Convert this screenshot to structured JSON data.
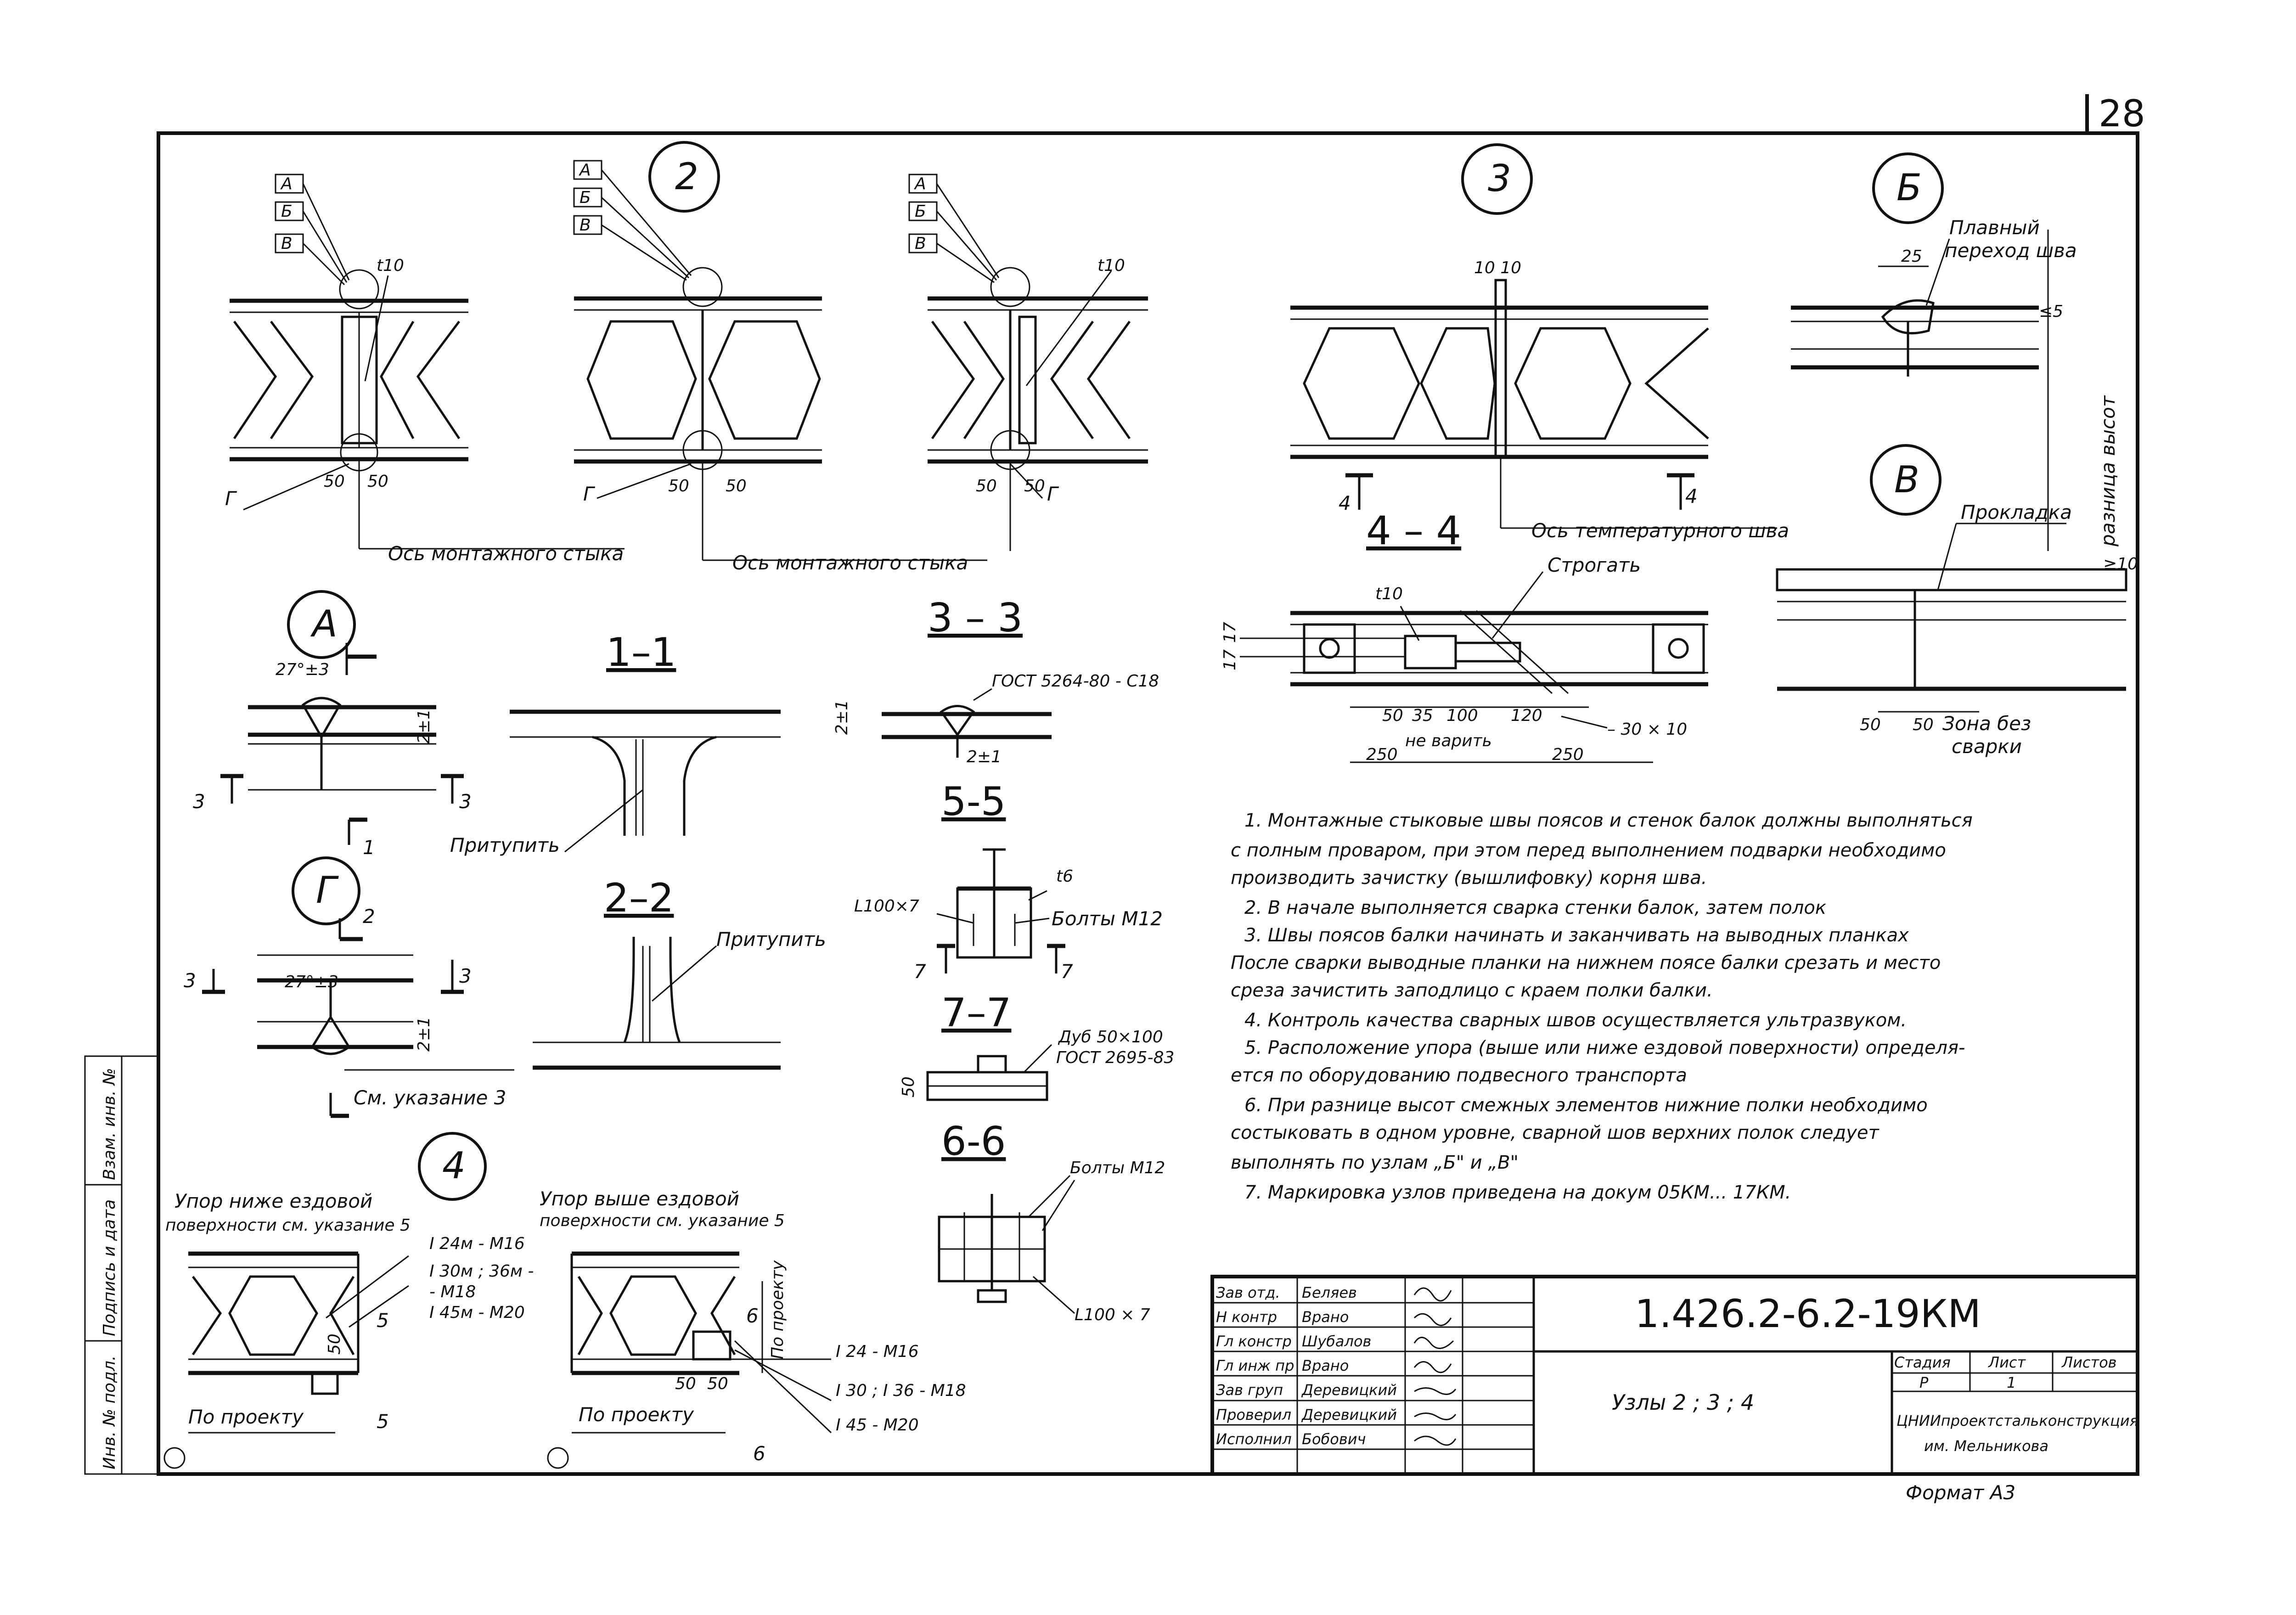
{
  "page_number": "28",
  "circle_labels": {
    "node2": "2",
    "node3": "3",
    "nodeB": "Б",
    "nodeV": "В",
    "nodeA": "А",
    "nodeG": "Г",
    "node4": "4"
  },
  "section_titles": {
    "s44": "4 – 4",
    "s11": "1–1",
    "s33": "3 – 3",
    "s55": "5-5",
    "s22": "2–2",
    "s77": "7–7",
    "s66": "6-6"
  },
  "node1_labels": {
    "a": "А",
    "b": "Б",
    "v": "В",
    "g": "Г",
    "t": "t10",
    "d1": "50",
    "d2": "50",
    "axis": "Ось монтажного стыка"
  },
  "node2_labels": {
    "a": "А",
    "b": "Б",
    "v": "В",
    "g": "Г",
    "d1": "50",
    "d2": "50",
    "axis": "Ось монтажного стыка"
  },
  "node2b_labels": {
    "a": "А",
    "b": "Б",
    "v": "В",
    "g": "Г",
    "t": "t10",
    "d1": "50",
    "d2": "50"
  },
  "node3_labels": {
    "top": "10 10",
    "cut_l": "4",
    "cut_r": "4",
    "axis": "Ось температурного шва"
  },
  "nodeB_labels": {
    "d": "25",
    "h": "≤5",
    "note1": "Плавный",
    "note2": "переход шва",
    "side": "разница высот"
  },
  "nodeV_labels": {
    "pad": "Прокладка",
    "d1": "50",
    "d2": "50",
    "zone1": "Зона без",
    "zone2": "сварки",
    "h": "≥10"
  },
  "sec44_labels": {
    "plane": "Строгать",
    "t": "t10",
    "h1": "17",
    "h2": "17",
    "d1": "50",
    "d2": "35",
    "d3": "100",
    "d4": "120",
    "d5": "250",
    "d6": "250",
    "nv": "не варить",
    "strip": "– 30 × 10"
  },
  "nodeA_labels": {
    "ang": "27°±3",
    "gap": "2±1",
    "c1": "1",
    "c3l": "3",
    "c3r": "3"
  },
  "sec11_labels": {
    "blunt": "Притупить"
  },
  "sec33_labels": {
    "gost": "ГОСТ 5264-80 - С18",
    "gap": "2±1",
    "h": "2±1"
  },
  "sec55_labels": {
    "t": "t6",
    "angle": "L100×7",
    "bolts": "Болты М12",
    "c7l": "7",
    "c7r": "7"
  },
  "nodeG_labels": {
    "ang": "27°±3",
    "gap": "2±1",
    "c2": "2",
    "c3l": "3",
    "c3r": "3",
    "ref": "См. указание 3"
  },
  "sec22_labels": {
    "blunt": "Притупить"
  },
  "sec77_labels": {
    "dub": "Дуб 50×100",
    "gost": "ГОСТ 2695-83",
    "h": "50"
  },
  "sec66_labels": {
    "bolts": "Болты М12",
    "angle": "L100 × 7"
  },
  "node4_left": {
    "title1": "Упор ниже ездовой",
    "title2": "поверхности см. указание 5",
    "i1": "I 24м - М16",
    "i2": "I 30м ; 36м -",
    "i3": "- М18",
    "i4": "I 45м - М20",
    "d": "50",
    "proj": "По проекту",
    "c5a": "5",
    "c5b": "5"
  },
  "node4_right": {
    "title1": "Упор выше ездовой",
    "title2": "поверхности см. указание 5",
    "i1": "I 24 - М16",
    "i2": "I 30 ; I 36 - М18",
    "i3": "I 45 - М20",
    "d1": "50",
    "d2": "50",
    "proj": "По проекту",
    "proj_v": "По проекту",
    "c6a": "6",
    "c6b": "6"
  },
  "notes": [
    "1. Монтажные стыковые швы поясов и стенок балок должны выполняться",
    "с полным проваром, при этом перед выполнением подварки необходимо",
    "производить зачистку (вышлифовку) корня шва.",
    "2. В начале выполняется сварка стенки балок, затем полок",
    "3. Швы поясов балки начинать и заканчивать на выводных планках",
    "После сварки выводные планки на нижнем поясе балки срезать и место",
    "среза зачистить заподлицо с краем полки балки.",
    "4. Контроль качества сварных швов осуществляется ультразвуком.",
    "5. Расположение упора (выше или ниже ездовой поверхности) определя-",
    "ется по оборудованию подвесного транспорта",
    "6. При разнице высот смежных элементов нижние полки необходимо",
    "состыковать в одном уровне, сварной шов верхних полок следует",
    "выполнять по узлам „Б\" и „В\"",
    "7. Маркировка узлов приведена на докум 05КМ... 17КМ."
  ],
  "title_block": {
    "roles": [
      "Зав отд.",
      "Н контр",
      "Гл констр",
      "Гл инж пр",
      "Зав груп",
      "Проверил",
      "Исполнил"
    ],
    "names": [
      "Беляев",
      "Врано",
      "Шубалов",
      "Врано",
      "Деревицкий",
      "Деревицкий",
      "Бобович"
    ],
    "doc_code": "1.426.2-6.2-19КМ",
    "title": "Узлы 2 ; 3 ; 4",
    "stage_h": "Стадия",
    "sheet_h": "Лист",
    "sheets_h": "Листов",
    "stage": "Р",
    "sheet": "1",
    "sheets": "",
    "org1": "ЦНИИпроектстальконструкция",
    "org2": "им. Мельникова"
  },
  "side_stamp": [
    "Взам. инв. №",
    "Подпись и дата",
    "Инв. № подл."
  ],
  "format": "Формат А3"
}
